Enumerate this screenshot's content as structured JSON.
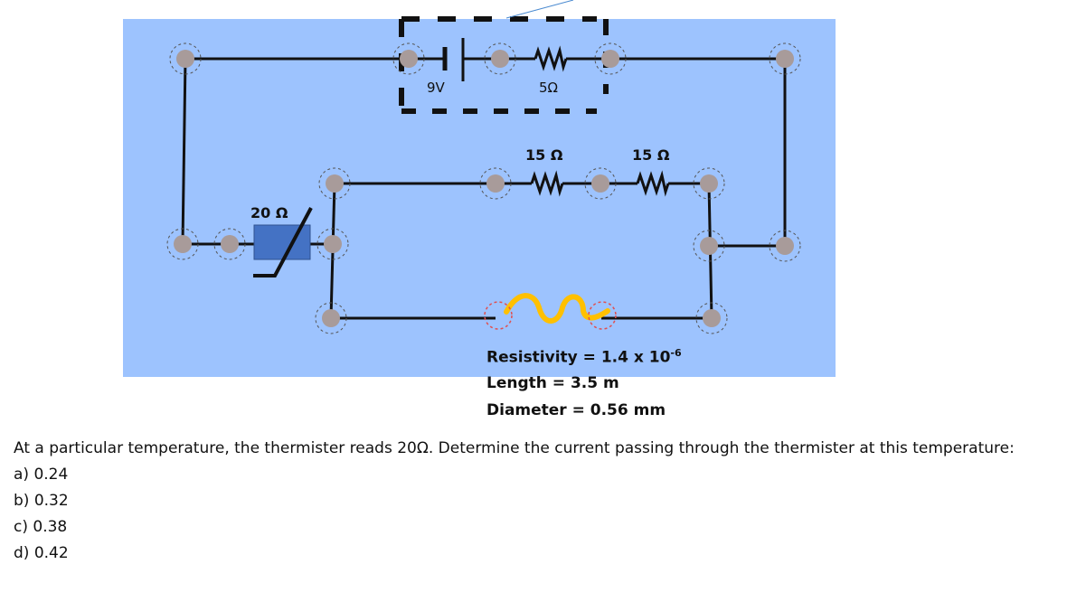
{
  "colors": {
    "panel": "#9dc3fe",
    "wire": "#111111",
    "node": "#a89b9a",
    "thermistor": "#4472c4",
    "hot_wire": "#ffc000",
    "loose_node": "#e05050"
  },
  "circuit": {
    "battery_label": "9V",
    "internal_resistor_label": "5Ω",
    "resistor_a_label": "15 Ω",
    "resistor_b_label": "15 Ω",
    "thermistor_label": "20 Ω"
  },
  "wire_info": {
    "resistivity_text": "Resistivity = 1.4 x 10",
    "resistivity_exponent": "-6",
    "length_text": "Length = 3.5 m",
    "diameter_text": "Diameter =  0.56 mm"
  },
  "question": {
    "prompt": "At a particular temperature, the thermister reads 20Ω. Determine the current passing through the thermister at this temperature:",
    "options": [
      "a) 0.24",
      "b) 0.32",
      "c) 0.38",
      "d) 0.42"
    ]
  }
}
